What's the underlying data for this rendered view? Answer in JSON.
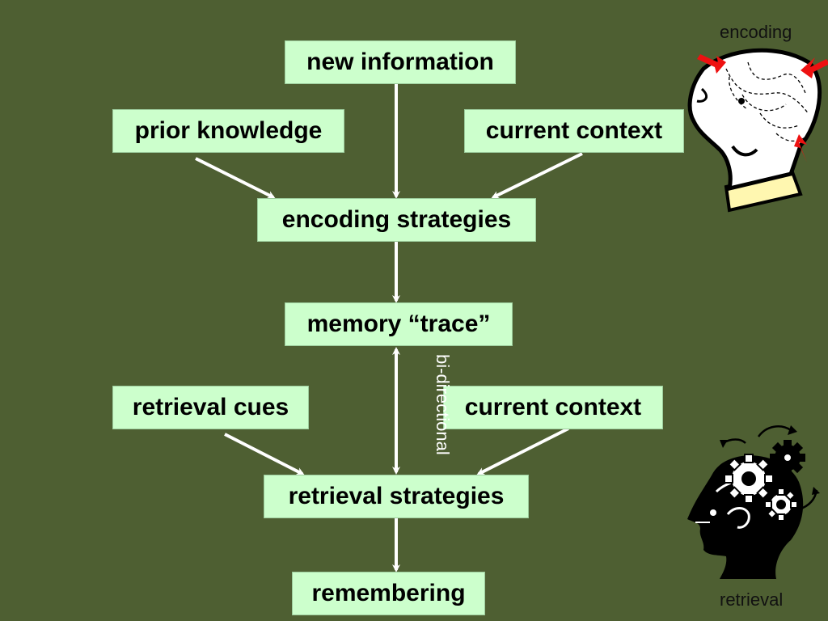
{
  "nodes": {
    "new_information": "new information",
    "prior_knowledge": "prior knowledge",
    "current_context_top": "current context",
    "encoding_strategies": "encoding strategies",
    "memory_trace": "memory “trace”",
    "retrieval_cues": "retrieval cues",
    "current_context_bottom": "current context",
    "retrieval_strategies": "retrieval strategies",
    "remembering": "remembering"
  },
  "labels": {
    "bidirectional": "bi-directional",
    "encoding_caption": "encoding",
    "retrieval_caption": "retrieval"
  },
  "icons": {
    "encoding": "head-with-inward-arrows-icon",
    "retrieval": "head-with-gears-icon"
  },
  "colors": {
    "background": "#4e5f32",
    "box_fill": "#ccffcc",
    "arrow": "#ffffff",
    "encoding_arrows": "#ff0000"
  }
}
